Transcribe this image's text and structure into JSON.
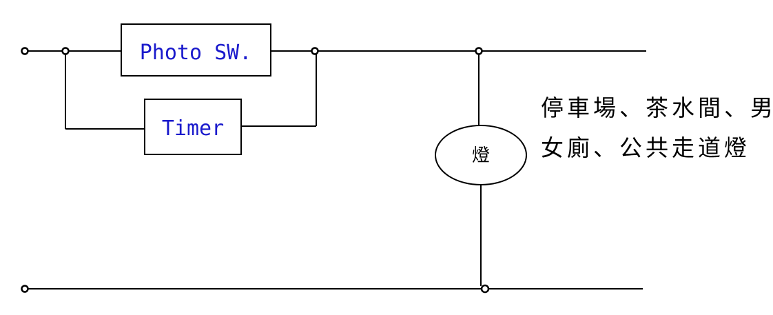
{
  "diagram": {
    "photo_switch_label": "Photo SW.",
    "timer_label": "Timer",
    "lamp_label": "燈",
    "note_line1": "停車場、茶水間、男",
    "note_line2": "女廁、公共走道燈",
    "label_color": "#1a1acc",
    "line_color": "#000000"
  }
}
